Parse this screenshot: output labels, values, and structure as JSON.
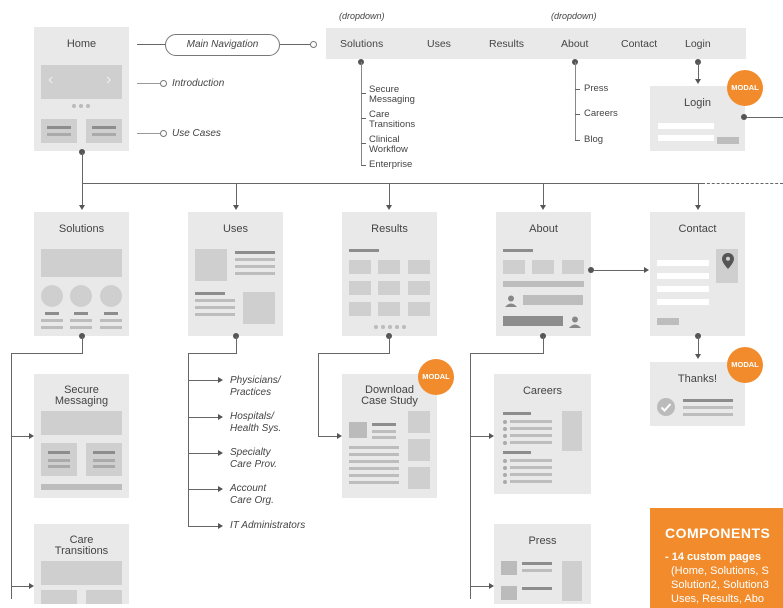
{
  "home": {
    "title": "Home"
  },
  "main_nav": {
    "label": "Main Navigation"
  },
  "nav": {
    "dropdown_note": "(dropdown)",
    "items": [
      "Solutions",
      "Uses",
      "Results",
      "About",
      "Contact",
      "Login"
    ]
  },
  "notes": {
    "introduction": "Introduction",
    "use_cases": "Use Cases"
  },
  "solutions_dropdown": [
    "Secure Messaging",
    "Care Transitions",
    "Clinical Workflow",
    "Enterprise"
  ],
  "about_dropdown": [
    "Press",
    "Careers",
    "Blog"
  ],
  "pages": {
    "login": "Login",
    "solutions": "Solutions",
    "uses": "Uses",
    "results": "Results",
    "about": "About",
    "contact": "Contact",
    "secure_messaging": "Secure Messaging",
    "download_case_study": "Download Case Study",
    "careers": "Careers",
    "thanks": "Thanks!",
    "care_transitions": "Care Transitions",
    "press": "Press"
  },
  "modal_badge": "MODAL",
  "uses_list": [
    "Physicians/ Practices",
    "Hospitals/ Health Sys.",
    "Specialty Care Prov.",
    "Account Care Org.",
    "IT Administrators"
  ],
  "components": {
    "heading": "COMPONENTS",
    "line1": "- 14 custom pages",
    "line2": "(Home, Solutions, S",
    "line3": "Solution2, Solution3",
    "line4": "Uses, Results, Abo"
  },
  "colors": {
    "accent": "#f28b2b",
    "box": "#e9e9e9",
    "placeholder": "#cfcfcf"
  }
}
